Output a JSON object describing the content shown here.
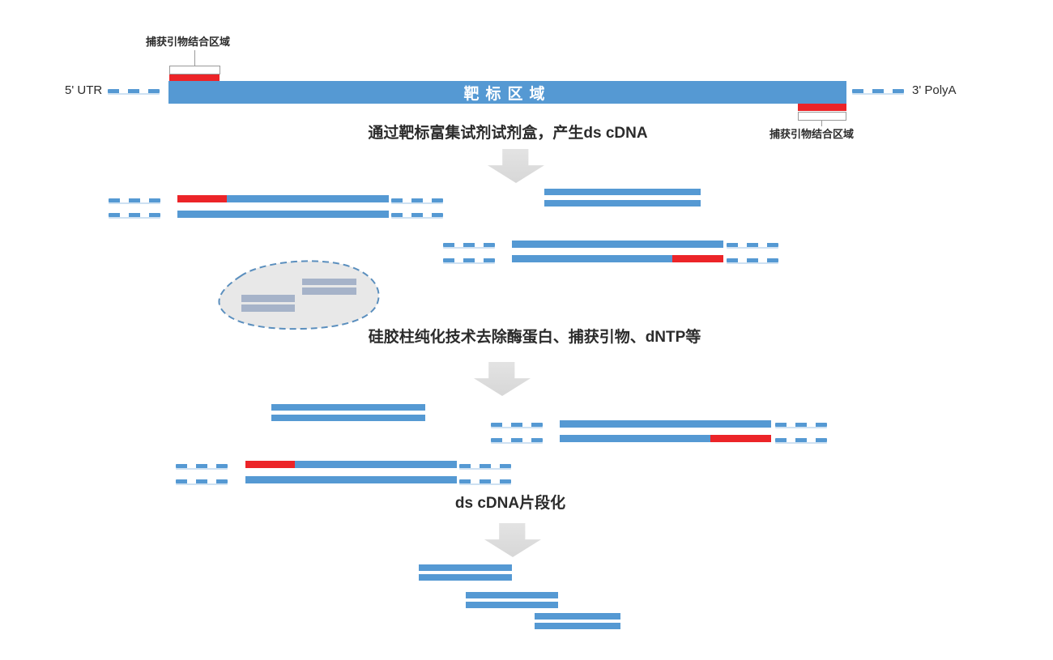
{
  "theme": {
    "blue": "#5599d3",
    "red": "#ec2428",
    "muted_bar": "#a6b3c9",
    "blob_fill": "#e8e8e8",
    "blob_border": "#5b8fbe",
    "arrow_gray": "#d7d7d7",
    "text_dark": "#2b2b2b",
    "box_border": "#9a9a9a"
  },
  "top_construct": {
    "capture_primer_label_left": "捕获引物结合区域",
    "capture_primer_label_right": "捕获引物结合区域",
    "utr5_label": "5' UTR",
    "polya3_label": "3' PolyA",
    "target_region_label": "靶标区域"
  },
  "steps": [
    {
      "label": "通过靶标富集试剂试剂盒，产生ds cDNA"
    },
    {
      "label": "硅胶柱纯化技术去除酶蛋白、捕获引物、dNTP等"
    },
    {
      "label": "ds cDNA片段化"
    }
  ]
}
